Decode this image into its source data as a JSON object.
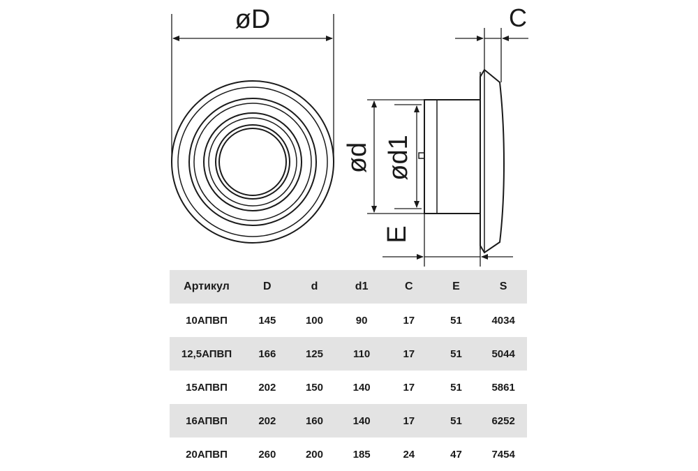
{
  "labels": {
    "D": "øD",
    "d": "ød",
    "d1": "ød1",
    "C": "C",
    "E": "E"
  },
  "table": {
    "headers": [
      "Артикул",
      "D",
      "d",
      "d1",
      "C",
      "E",
      "S"
    ],
    "rows": [
      [
        "10АПВП",
        "145",
        "100",
        "90",
        "17",
        "51",
        "4034"
      ],
      [
        "12,5АПВП",
        "166",
        "125",
        "110",
        "17",
        "51",
        "5044"
      ],
      [
        "15АПВП",
        "202",
        "150",
        "140",
        "17",
        "51",
        "5861"
      ],
      [
        "16АПВП",
        "202",
        "160",
        "140",
        "17",
        "51",
        "6252"
      ],
      [
        "20АПВП",
        "260",
        "200",
        "185",
        "24",
        "47",
        "7454"
      ]
    ]
  }
}
